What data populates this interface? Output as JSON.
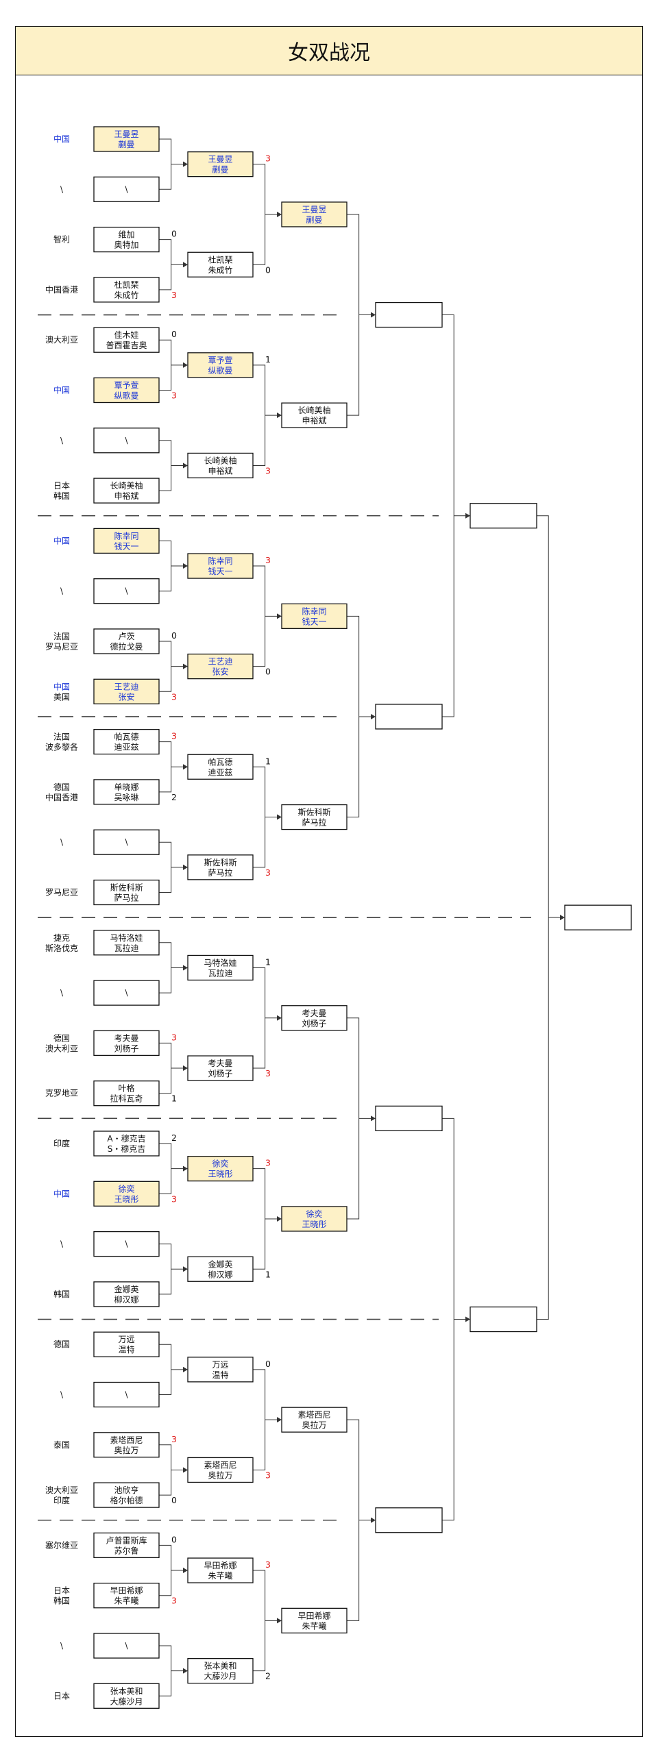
{
  "title": "女双战况",
  "colors": {
    "china_text": "#1a35d8",
    "china_fill": "#fdf1c7",
    "normal_text": "#111111",
    "win_score": "#e01818",
    "lose_score": "#111111",
    "line": "#333333"
  },
  "round1": [
    {
      "country": [
        "中国"
      ],
      "players": [
        "王曼昱",
        "蒯曼"
      ],
      "china": true
    },
    {
      "country": [
        "\\"
      ],
      "players": [
        "\\"
      ],
      "china": false
    },
    {
      "country": [
        "智利"
      ],
      "players": [
        "维加",
        "奥特加"
      ],
      "china": false,
      "score": "0",
      "win": false
    },
    {
      "country": [
        "中国香港"
      ],
      "players": [
        "杜凯琹",
        "朱成竹"
      ],
      "china": false,
      "score": "3",
      "win": true
    },
    {
      "country": [
        "澳大利亚"
      ],
      "players": [
        "佳木娃",
        "普西霍吉奥"
      ],
      "china": false,
      "score": "0",
      "win": false
    },
    {
      "country": [
        "中国"
      ],
      "players": [
        "覃予萱",
        "纵歌曼"
      ],
      "china": true,
      "score": "3",
      "win": true
    },
    {
      "country": [
        "\\"
      ],
      "players": [
        "\\"
      ],
      "china": false
    },
    {
      "country": [
        "日本",
        "韩国"
      ],
      "players": [
        "长崎美柚",
        "申裕斌"
      ],
      "china": false
    },
    {
      "country": [
        "中国"
      ],
      "players": [
        "陈幸同",
        "钱天一"
      ],
      "china": true
    },
    {
      "country": [
        "\\"
      ],
      "players": [
        "\\"
      ],
      "china": false
    },
    {
      "country": [
        "法国",
        "罗马尼亚"
      ],
      "players": [
        "卢茨",
        "德拉戈曼"
      ],
      "china": false,
      "score": "0",
      "win": false
    },
    {
      "country": [
        "中国",
        "美国"
      ],
      "players": [
        "王艺迪",
        "张安"
      ],
      "china": true,
      "score": "3",
      "win": true
    },
    {
      "country": [
        "法国",
        "波多黎各"
      ],
      "players": [
        "帕瓦德",
        "迪亚兹"
      ],
      "china": false,
      "score": "3",
      "win": true
    },
    {
      "country": [
        "德国",
        "中国香港"
      ],
      "players": [
        "单晓娜",
        "吴咏琳"
      ],
      "china": false,
      "score": "2",
      "win": false
    },
    {
      "country": [
        "\\"
      ],
      "players": [
        "\\"
      ],
      "china": false
    },
    {
      "country": [
        "罗马尼亚"
      ],
      "players": [
        "斯佐科斯",
        "萨马拉"
      ],
      "china": false
    },
    {
      "country": [
        "捷克",
        "斯洛伐克"
      ],
      "players": [
        "马特洛娃",
        "瓦拉迪"
      ],
      "china": false
    },
    {
      "country": [
        "\\"
      ],
      "players": [
        "\\"
      ],
      "china": false
    },
    {
      "country": [
        "德国",
        "澳大利亚"
      ],
      "players": [
        "考夫曼",
        "刘杨子"
      ],
      "china": false,
      "score": "3",
      "win": true
    },
    {
      "country": [
        "克罗地亚"
      ],
      "players": [
        "叶格",
        "拉科瓦奇"
      ],
      "china": false,
      "score": "1",
      "win": false
    },
    {
      "country": [
        "印度"
      ],
      "players": [
        "A・穆克吉",
        "S・穆克吉"
      ],
      "china": false,
      "score": "2",
      "win": false
    },
    {
      "country": [
        "中国"
      ],
      "players": [
        "徐奕",
        "王晓彤"
      ],
      "china": true,
      "score": "3",
      "win": true
    },
    {
      "country": [
        "\\"
      ],
      "players": [
        "\\"
      ],
      "china": false
    },
    {
      "country": [
        "韩国"
      ],
      "players": [
        "金娜英",
        "柳汉娜"
      ],
      "china": false
    },
    {
      "country": [
        "德国"
      ],
      "players": [
        "万远",
        "温特"
      ],
      "china": false
    },
    {
      "country": [
        "\\"
      ],
      "players": [
        "\\"
      ],
      "china": false
    },
    {
      "country": [
        "泰国"
      ],
      "players": [
        "素塔西尼",
        "奥拉万"
      ],
      "china": false,
      "score": "3",
      "win": true
    },
    {
      "country": [
        "澳大利亚",
        "印度"
      ],
      "players": [
        "池欣亨",
        "格尔帕德"
      ],
      "china": false,
      "score": "0",
      "win": false
    },
    {
      "country": [
        "塞尔维亚"
      ],
      "players": [
        "卢普雷斯库",
        "苏尔鲁"
      ],
      "china": false,
      "score": "0",
      "win": false
    },
    {
      "country": [
        "日本",
        "韩国"
      ],
      "players": [
        "早田希娜",
        "朱芊曦"
      ],
      "china": false,
      "score": "3",
      "win": true
    },
    {
      "country": [
        "\\"
      ],
      "players": [
        "\\"
      ],
      "china": false
    },
    {
      "country": [
        "日本"
      ],
      "players": [
        "张本美和",
        "大藤沙月"
      ],
      "china": false
    }
  ],
  "round2": [
    {
      "players": [
        "王曼昱",
        "蒯曼"
      ],
      "china": true,
      "score": "3",
      "win": true
    },
    {
      "players": [
        "杜凯琹",
        "朱成竹"
      ],
      "china": false,
      "score": "0",
      "win": false
    },
    {
      "players": [
        "覃予萱",
        "纵歌曼"
      ],
      "china": true,
      "score": "1",
      "win": false
    },
    {
      "players": [
        "长崎美柚",
        "申裕斌"
      ],
      "china": false,
      "score": "3",
      "win": true
    },
    {
      "players": [
        "陈幸同",
        "钱天一"
      ],
      "china": true,
      "score": "3",
      "win": true
    },
    {
      "players": [
        "王艺迪",
        "张安"
      ],
      "china": true,
      "score": "0",
      "win": false
    },
    {
      "players": [
        "帕瓦德",
        "迪亚兹"
      ],
      "china": false,
      "score": "1",
      "win": false
    },
    {
      "players": [
        "斯佐科斯",
        "萨马拉"
      ],
      "china": false,
      "score": "3",
      "win": true
    },
    {
      "players": [
        "马特洛娃",
        "瓦拉迪"
      ],
      "china": false,
      "score": "1",
      "win": false
    },
    {
      "players": [
        "考夫曼",
        "刘杨子"
      ],
      "china": false,
      "score": "3",
      "win": true
    },
    {
      "players": [
        "徐奕",
        "王晓彤"
      ],
      "china": true,
      "score": "3",
      "win": true
    },
    {
      "players": [
        "金娜英",
        "柳汉娜"
      ],
      "china": false,
      "score": "1",
      "win": false
    },
    {
      "players": [
        "万远",
        "温特"
      ],
      "china": false,
      "score": "0",
      "win": false
    },
    {
      "players": [
        "素塔西尼",
        "奥拉万"
      ],
      "china": false,
      "score": "3",
      "win": true
    },
    {
      "players": [
        "早田希娜",
        "朱芊曦"
      ],
      "china": false,
      "score": "3",
      "win": true
    },
    {
      "players": [
        "张本美和",
        "大藤沙月"
      ],
      "china": false,
      "score": "2",
      "win": false
    }
  ],
  "round3": [
    {
      "players": [
        "王曼昱",
        "蒯曼"
      ],
      "china": true
    },
    {
      "players": [
        "长崎美柚",
        "申裕斌"
      ],
      "china": false
    },
    {
      "players": [
        "陈幸同",
        "钱天一"
      ],
      "china": true
    },
    {
      "players": [
        "斯佐科斯",
        "萨马拉"
      ],
      "china": false
    },
    {
      "players": [
        "考夫曼",
        "刘杨子"
      ],
      "china": false
    },
    {
      "players": [
        "徐奕",
        "王晓彤"
      ],
      "china": true
    },
    {
      "players": [
        "素塔西尼",
        "奥拉万"
      ],
      "china": false
    },
    {
      "players": [
        "早田希娜",
        "朱芊曦"
      ],
      "china": false
    }
  ],
  "round4": [
    {
      "players": [],
      "china": false
    },
    {
      "players": [],
      "china": false
    },
    {
      "players": [],
      "china": false
    },
    {
      "players": [],
      "china": false
    }
  ],
  "round5": [
    {
      "players": [],
      "china": false
    },
    {
      "players": [],
      "china": false
    }
  ],
  "round6": [
    {
      "players": [],
      "china": false
    }
  ]
}
